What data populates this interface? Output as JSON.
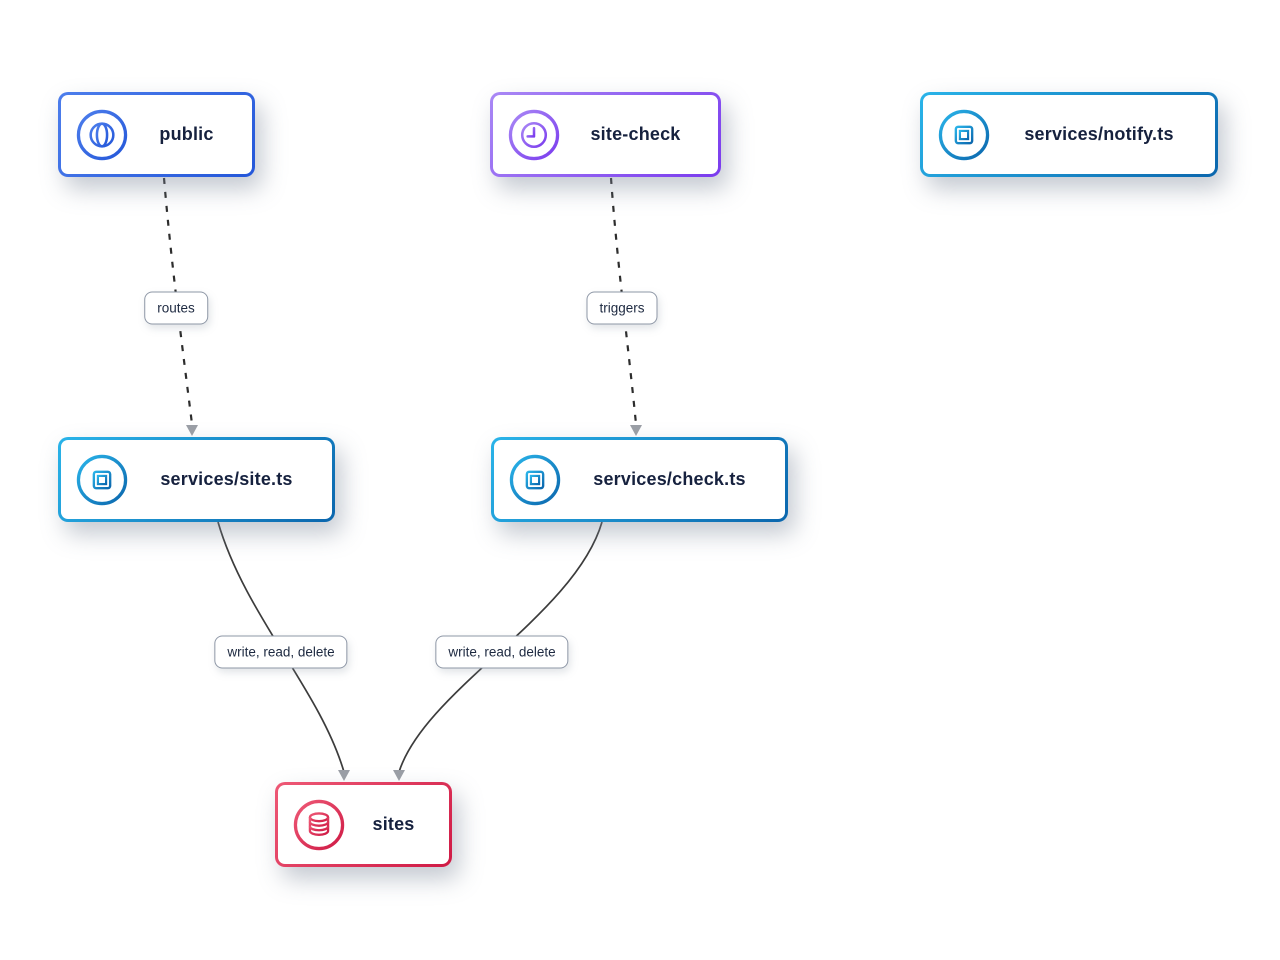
{
  "diagram": {
    "nodes": [
      {
        "id": "public",
        "label": "public",
        "icon": "globe-icon",
        "theme": "blue"
      },
      {
        "id": "site-check",
        "label": "site-check",
        "icon": "clock-icon",
        "theme": "purple"
      },
      {
        "id": "services-notify",
        "label": "services/notify.ts",
        "icon": "chip-icon",
        "theme": "teal"
      },
      {
        "id": "services-site",
        "label": "services/site.ts",
        "icon": "chip-icon",
        "theme": "teal"
      },
      {
        "id": "services-check",
        "label": "services/check.ts",
        "icon": "chip-icon",
        "theme": "teal"
      },
      {
        "id": "sites",
        "label": "sites",
        "icon": "database-icon",
        "theme": "red"
      }
    ],
    "edges": [
      {
        "from": "public",
        "to": "services-site",
        "label": "routes",
        "style": "dashed"
      },
      {
        "from": "site-check",
        "to": "services-check",
        "label": "triggers",
        "style": "dashed"
      },
      {
        "from": "services-site",
        "to": "sites",
        "label": "write, read, delete",
        "style": "solid"
      },
      {
        "from": "services-check",
        "to": "sites",
        "label": "write, read, delete",
        "style": "solid"
      }
    ],
    "colors": {
      "blue_from": "#4d7eec",
      "blue_to": "#2457d9",
      "purple_from": "#a988f5",
      "purple_to": "#7a3bee",
      "teal_from": "#2ab4e9",
      "teal_to": "#0b66ad",
      "red_from": "#ee5976",
      "red_to": "#cf1a45",
      "edge_line": "#333333",
      "arrowhead": "#9b9fa6",
      "label_text": "#16213e",
      "background": "#ffffff"
    }
  }
}
